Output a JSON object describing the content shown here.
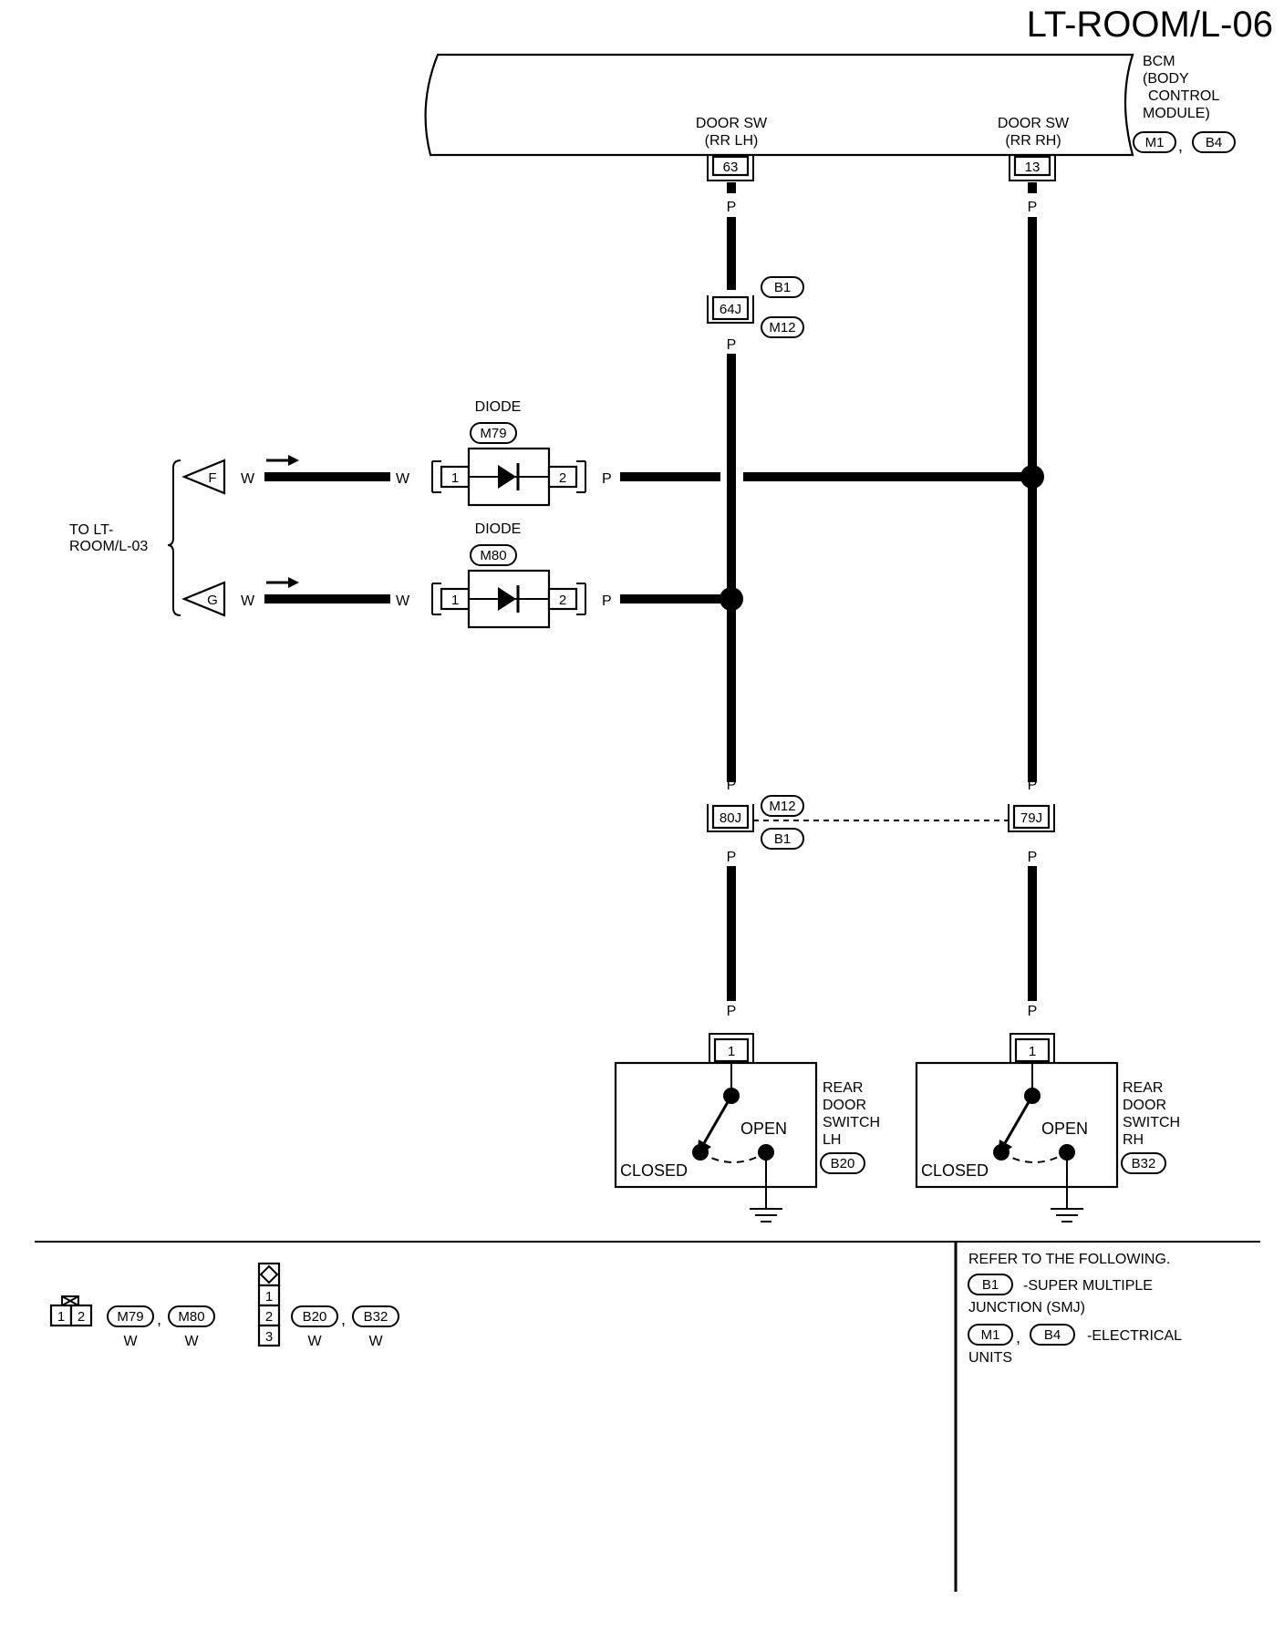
{
  "page_title": "LT-ROOM/L-06",
  "bcm": {
    "label_lines": [
      "BCM",
      "(BODY",
      "CONTROL",
      "MODULE)"
    ],
    "connectors": [
      "M1",
      "B4"
    ],
    "terminals": [
      {
        "name_lines": [
          "DOOR SW",
          "(RR LH)"
        ],
        "pin": "63"
      },
      {
        "name_lines": [
          "DOOR SW",
          "(RR RH)"
        ],
        "pin": "13"
      }
    ]
  },
  "wire_color_pink": "P",
  "wire_color_white": "W",
  "junction_top": {
    "pin": "64J",
    "connectors": [
      "B1",
      "M12"
    ]
  },
  "junction_bottom_lh": {
    "pin": "80J",
    "connectors": [
      "M12",
      "B1"
    ]
  },
  "junction_bottom_rh": {
    "pin": "79J"
  },
  "diodes": [
    {
      "label": "DIODE",
      "connector": "M79",
      "pin_in": "1",
      "pin_out": "2",
      "offpage_ref": "F"
    },
    {
      "label": "DIODE",
      "connector": "M80",
      "pin_in": "1",
      "pin_out": "2",
      "offpage_ref": "G"
    }
  ],
  "to_ref_lines": [
    "TO LT-",
    "ROOM/L-03"
  ],
  "switches": [
    {
      "name_lines": [
        "REAR",
        "DOOR",
        "SWITCH",
        "LH"
      ],
      "connector": "B20",
      "pin": "1",
      "open": "OPEN",
      "closed": "CLOSED"
    },
    {
      "name_lines": [
        "REAR",
        "DOOR",
        "SWITCH",
        "RH"
      ],
      "connector": "B32",
      "pin": "1",
      "open": "OPEN",
      "closed": "CLOSED"
    }
  ],
  "legend": {
    "diode_connector": {
      "pins": [
        "1",
        "2"
      ],
      "connectors": [
        "M79",
        "M80"
      ],
      "colors": [
        "W",
        "W"
      ]
    },
    "switch_connector": {
      "pins": [
        "1",
        "2",
        "3"
      ],
      "connectors": [
        "B20",
        "B32"
      ],
      "colors": [
        "W",
        "W"
      ]
    }
  },
  "refer": {
    "heading": "REFER TO THE FOLLOWING.",
    "smj_connector": "B1",
    "smj_text_lines": [
      "-SUPER MULTIPLE",
      "JUNCTION (SMJ)"
    ],
    "units_connectors": [
      "M1",
      "B4"
    ],
    "units_text_lines": [
      "-ELECTRICAL",
      "UNITS"
    ]
  },
  "separator": ","
}
